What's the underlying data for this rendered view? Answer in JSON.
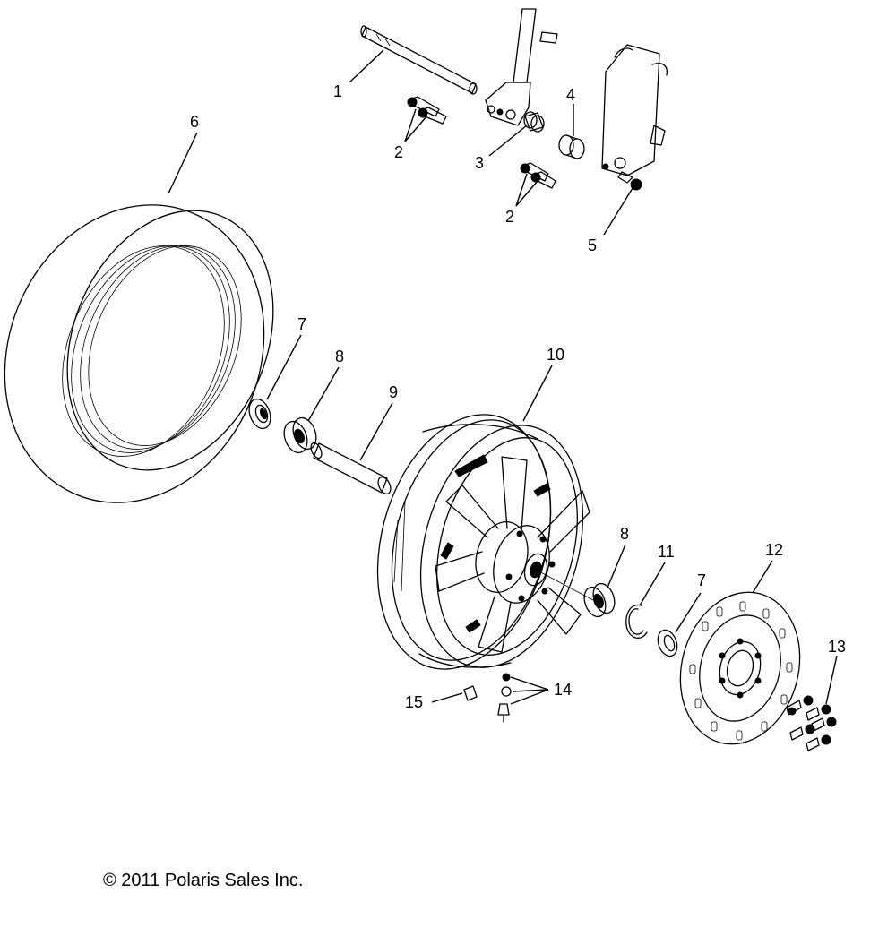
{
  "copyright": "© 2011 Polaris Sales Inc.",
  "callouts": [
    "1",
    "2",
    "2",
    "3",
    "4",
    "5",
    "6",
    "7",
    "7",
    "8",
    "8",
    "9",
    "10",
    "11",
    "12",
    "13",
    "14",
    "15"
  ]
}
